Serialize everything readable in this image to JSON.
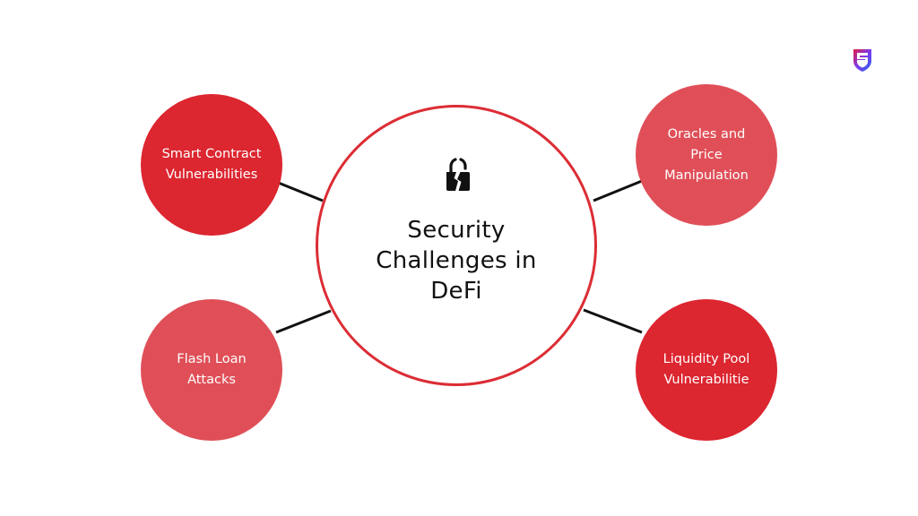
{
  "diagram": {
    "center": {
      "title_lines": [
        "Security",
        "Challenges in",
        "DeFi"
      ],
      "icon": "broken-lock-icon"
    },
    "nodes": {
      "top_left": {
        "lines": [
          "Smart Contract",
          "Vulnerabilities"
        ]
      },
      "top_right": {
        "lines": [
          "Oracles and",
          "Price",
          "Manipulation"
        ]
      },
      "bottom_left": {
        "lines": [
          "Flash Loan",
          "Attacks"
        ]
      },
      "bottom_right": {
        "lines": [
          "Liquidity Pool",
          "Vulnerabilitie"
        ]
      }
    }
  },
  "colors": {
    "accent_red": "#dc2630",
    "light_red": "#e04f58",
    "center_border": "#dc2d35",
    "connector": "#111111",
    "text_dark": "#111111"
  },
  "brand": {
    "icon": "brand-shield-logo-icon"
  }
}
